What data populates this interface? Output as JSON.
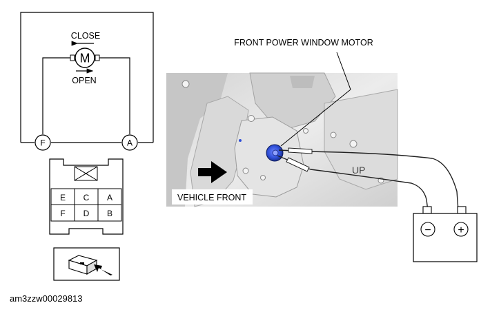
{
  "schematic": {
    "close_label": "CLOSE",
    "open_label": "OPEN",
    "motor_symbol": "M",
    "terminal_left": "F",
    "terminal_right": "A"
  },
  "connector": {
    "row_top": [
      "E",
      "C",
      "A"
    ],
    "row_bottom": [
      "F",
      "D",
      "B"
    ]
  },
  "photo": {
    "motor_callout": "FRONT POWER WINDOW MOTOR",
    "direction_label": "VEHICLE FRONT",
    "panel_marking": "UP"
  },
  "battery": {
    "negative_symbol": "−",
    "positive_symbol": "+"
  },
  "figure_id": "am3zzw00029813",
  "colors": {
    "line": "#000000",
    "panel_fill": "#e2e2e2",
    "panel_shade": "#bdbdbd",
    "motor_blue": "#2f4fd8"
  }
}
